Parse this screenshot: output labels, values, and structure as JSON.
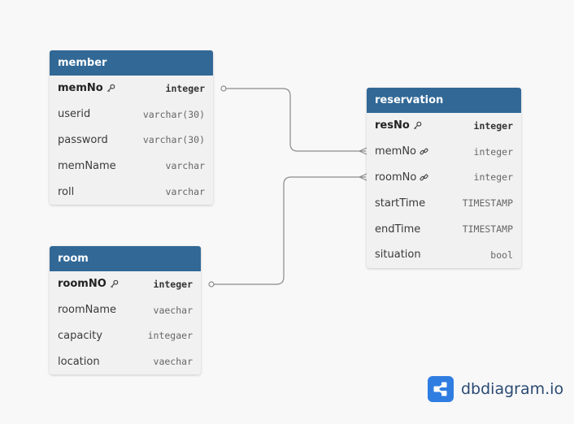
{
  "tables": {
    "member": {
      "title": "member",
      "columns": [
        {
          "name": "memNo",
          "type": "integer"
        },
        {
          "name": "userid",
          "type": "varchar(30)"
        },
        {
          "name": "password",
          "type": "varchar(30)"
        },
        {
          "name": "memName",
          "type": "varchar"
        },
        {
          "name": "roll",
          "type": "varchar"
        }
      ]
    },
    "room": {
      "title": "room",
      "columns": [
        {
          "name": "roomNO",
          "type": "integer"
        },
        {
          "name": "roomName",
          "type": "vaechar"
        },
        {
          "name": "capacity",
          "type": "integaer"
        },
        {
          "name": "location",
          "type": "vaechar"
        }
      ]
    },
    "reservation": {
      "title": "reservation",
      "columns": [
        {
          "name": "resNo",
          "type": "integer"
        },
        {
          "name": "memNo",
          "type": "integer"
        },
        {
          "name": "roomNo",
          "type": "integer"
        },
        {
          "name": "startTime",
          "type": "TIMESTAMP"
        },
        {
          "name": "endTime",
          "type": "TIMESTAMP"
        },
        {
          "name": "situation",
          "type": "bool"
        }
      ]
    }
  },
  "icons": {
    "primary_key": "key-icon",
    "foreign_key": "link-icon",
    "brand": "share-icon"
  },
  "colors": {
    "header": "#316896",
    "brand_logo": "#2f7de1",
    "connector": "#8a8a8a"
  },
  "brand": {
    "name": "dbdiagram.io"
  }
}
